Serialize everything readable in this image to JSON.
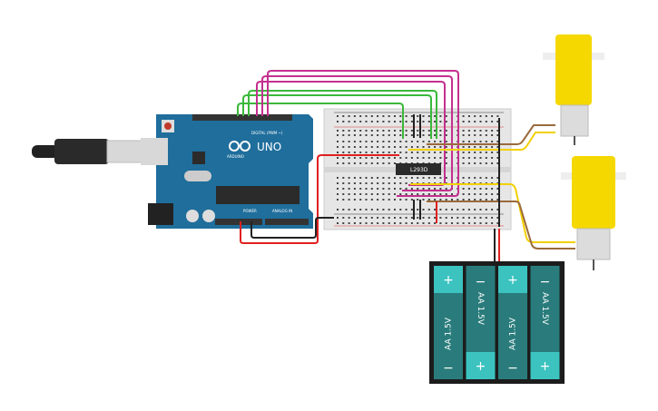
{
  "arduino": {
    "model": "UNO",
    "brand": "ARDUINO",
    "digital_label": "DIGITAL (PWM ~)",
    "power_label": "POWER",
    "analog_label": "ANALOG IN",
    "color": "#1f6e9c"
  },
  "chip": {
    "label": "L293D"
  },
  "battery": {
    "cells": [
      {
        "label": "AA 1.5V",
        "plus": "+",
        "minus": "−"
      },
      {
        "label": "AA 1.5V",
        "plus": "+",
        "minus": "−"
      },
      {
        "label": "AA 1.5V",
        "plus": "+",
        "minus": "−"
      },
      {
        "label": "AA 1.5V",
        "plus": "+",
        "minus": "−"
      }
    ],
    "cell_color": "#2a7c7c",
    "terminal_color": "#3cc3c0"
  },
  "wire_colors": {
    "green": "#3bb83b",
    "magenta": "#c4308f",
    "red": "#e02020",
    "black": "#222222",
    "brown": "#9a6a3c",
    "yellow": "#f2d000"
  },
  "motor_color": "#f5d800"
}
